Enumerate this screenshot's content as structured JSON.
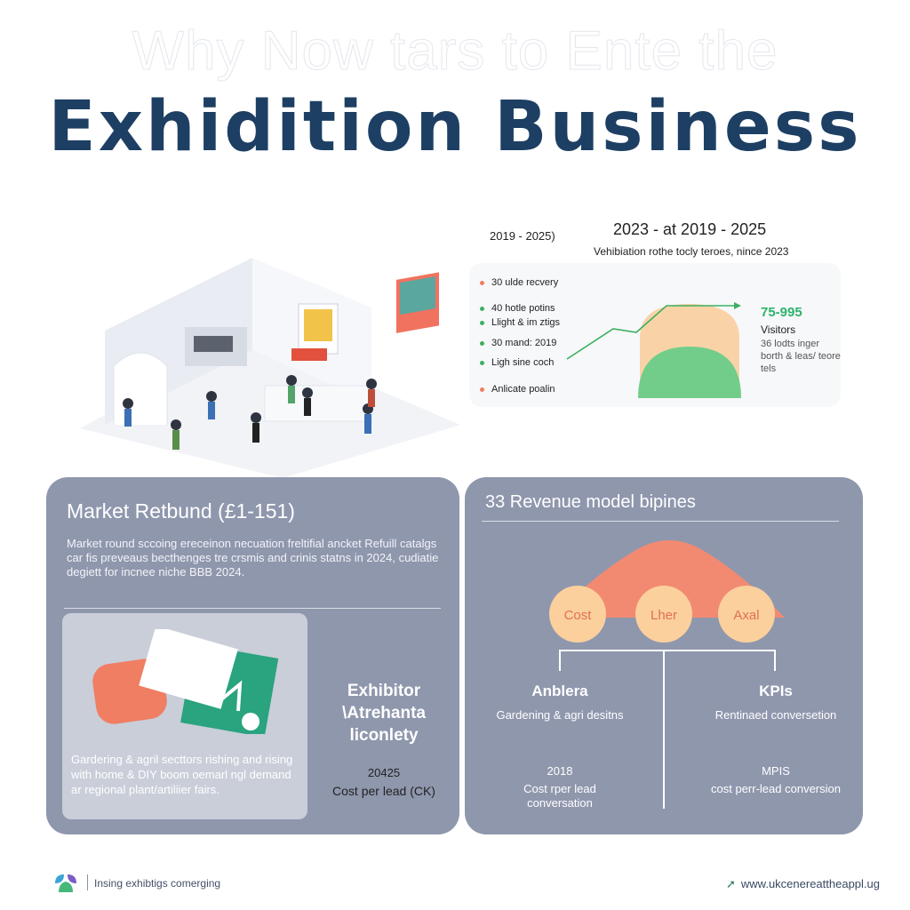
{
  "header": {
    "kicker": "Why Now tars to Ente the",
    "title": "Exhidition Business"
  },
  "stats_panel": {
    "range_left": "2019 - 2025)",
    "range_right": "2023 - at 2019 - 2025",
    "subtitle": "Vehibiation rothe tocly teroes, nince 2023",
    "bullets": [
      {
        "text": "30 ulde recvery",
        "color": "#f07e63"
      },
      {
        "text": "40 hotle potins",
        "color": "#3daf62"
      },
      {
        "text": "Llight & im ztigs",
        "color": "#3daf62"
      },
      {
        "text": "30 mand: 2019",
        "color": "#3daf62"
      },
      {
        "text": "Ligh sine coch",
        "color": "#3daf62"
      },
      {
        "text": "Anlicate poalin",
        "color": "#f07e63"
      }
    ],
    "stat_value": "75-995",
    "stat_label": "Visitors",
    "stat_note": "36 lodts inger borth & leas/ teore tels",
    "colors": {
      "peach": "#f9d3a7",
      "green": "#72cd8a",
      "arrow": "#3daf62"
    }
  },
  "market_card": {
    "title": "Market Retbund (£1-151)",
    "body": "Market round sccoing ereceinon necuation freltifial ancket Refuill catalgs car fis preveaus becthenges tre crsmis and crinis statns in 2024, cudiatie degiett for incnee niche BBB 2024.",
    "tile_caption": "Gardering & agril secttors rishing and rising with home & DIY boom oemarl ngl demand ar regional plant/artiliier fairs."
  },
  "exhibitor": {
    "title": "Exhibitor \\Atrehanta liconlety",
    "year": "20425",
    "metric": "Cost per lead (CK)"
  },
  "revenue_card": {
    "title": "33 Revenue model bipines",
    "nodes": [
      "Cost",
      "Lher",
      "Axal"
    ],
    "columns": [
      {
        "head": "Anblera",
        "sub": "Gardening & agri desitns",
        "year": "2018",
        "metric": "Cost rper lead conversation"
      },
      {
        "head": "KPIs",
        "sub": "Rentinaed conversetion",
        "year": "MPIS",
        "metric": "cost perr-lead conversion"
      }
    ],
    "colors": {
      "coral": "#f28a72",
      "node": "#fbd09d"
    }
  },
  "footer": {
    "left": "Insing exhibtigs comerging",
    "right": "www.ukcenereatthеappl.ug"
  }
}
